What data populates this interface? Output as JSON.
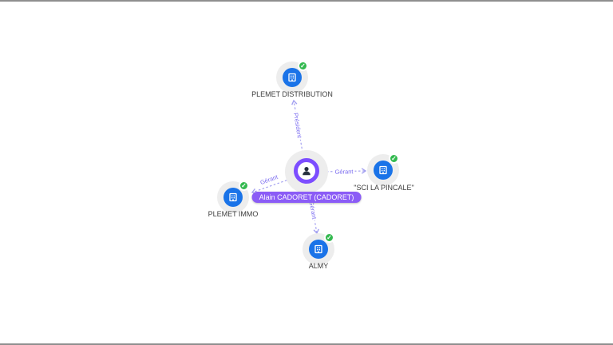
{
  "canvas": {
    "background": "#ffffff",
    "frame_border_color": "#8f8f8f"
  },
  "graph": {
    "center_node": {
      "id": "alain-cadoret",
      "type": "person",
      "label": "Alain CADORET (CADORET)",
      "icon": "person-icon",
      "pill_bg": "#8b5cf6",
      "ring_color": "#7c4dff"
    },
    "company_nodes": [
      {
        "id": "plemet-distribution",
        "label": "PLEMET DISTRIBUTION",
        "icon": "company-building-icon",
        "verified": true,
        "verified_glyph": "✓"
      },
      {
        "id": "sci-la-pincale",
        "label": "\"SCI LA PINCALE\"",
        "icon": "company-building-icon",
        "verified": true,
        "verified_glyph": "✓"
      },
      {
        "id": "plemet-immo",
        "label": "PLEMET IMMO",
        "icon": "company-building-icon",
        "verified": true,
        "verified_glyph": "✓"
      },
      {
        "id": "almy",
        "label": "ALMY",
        "icon": "company-building-icon",
        "verified": true,
        "verified_glyph": "✓"
      }
    ],
    "edges": [
      {
        "from": "alain-cadoret",
        "to": "plemet-distribution",
        "label": "Président"
      },
      {
        "from": "alain-cadoret",
        "to": "sci-la-pincale",
        "label": "Gérant"
      },
      {
        "from": "alain-cadoret",
        "to": "plemet-immo",
        "label": "Gérant"
      },
      {
        "from": "alain-cadoret",
        "to": "almy",
        "label": "Gérant"
      }
    ],
    "colors": {
      "edge_line": "#a3a0f0",
      "edge_label_text": "#7b6cf0",
      "node_halo": "#ededed",
      "company_icon_bg": "#1a73e8",
      "verified_badge_bg": "#33b94f",
      "node_label_text": "#3d3d3d"
    }
  }
}
